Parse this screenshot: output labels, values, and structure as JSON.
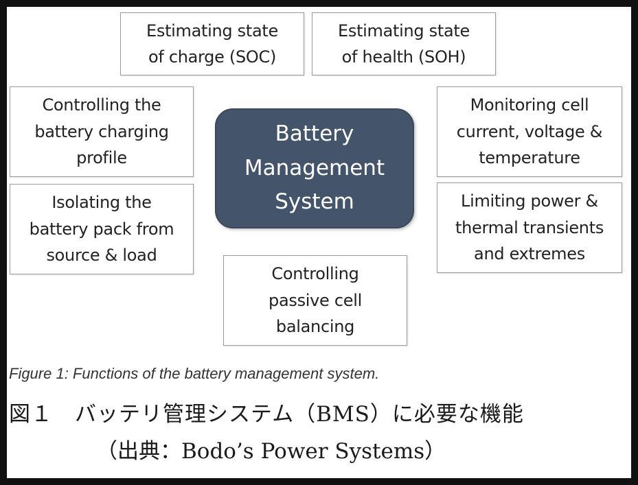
{
  "diagram": {
    "center_label": "Battery\nManagement\nSystem",
    "nodes": {
      "soc": "Estimating state\nof charge (SOC)",
      "soh": "Estimating state\nof health (SOH)",
      "charging_profile": "Controlling the\nbattery charging\nprofile",
      "monitoring": "Monitoring cell\ncurrent, voltage &\ntemperature",
      "isolating": "Isolating the\nbattery pack from\nsource & load",
      "limiting": "Limiting power &\nthermal transients\nand extremes",
      "balancing": "Controlling\npassive cell\nbalancing"
    },
    "colors": {
      "center_fill": "#44546a",
      "box_border": "#9a9a9a",
      "background": "#ffffff",
      "outer_frame": "#111111"
    }
  },
  "captions": {
    "english": "Figure 1: Functions of the battery management system.",
    "japanese": "図１　バッテリ管理システム（BMS）に必要な機能",
    "source": "（出典：Bodo’s Power Systems）"
  }
}
